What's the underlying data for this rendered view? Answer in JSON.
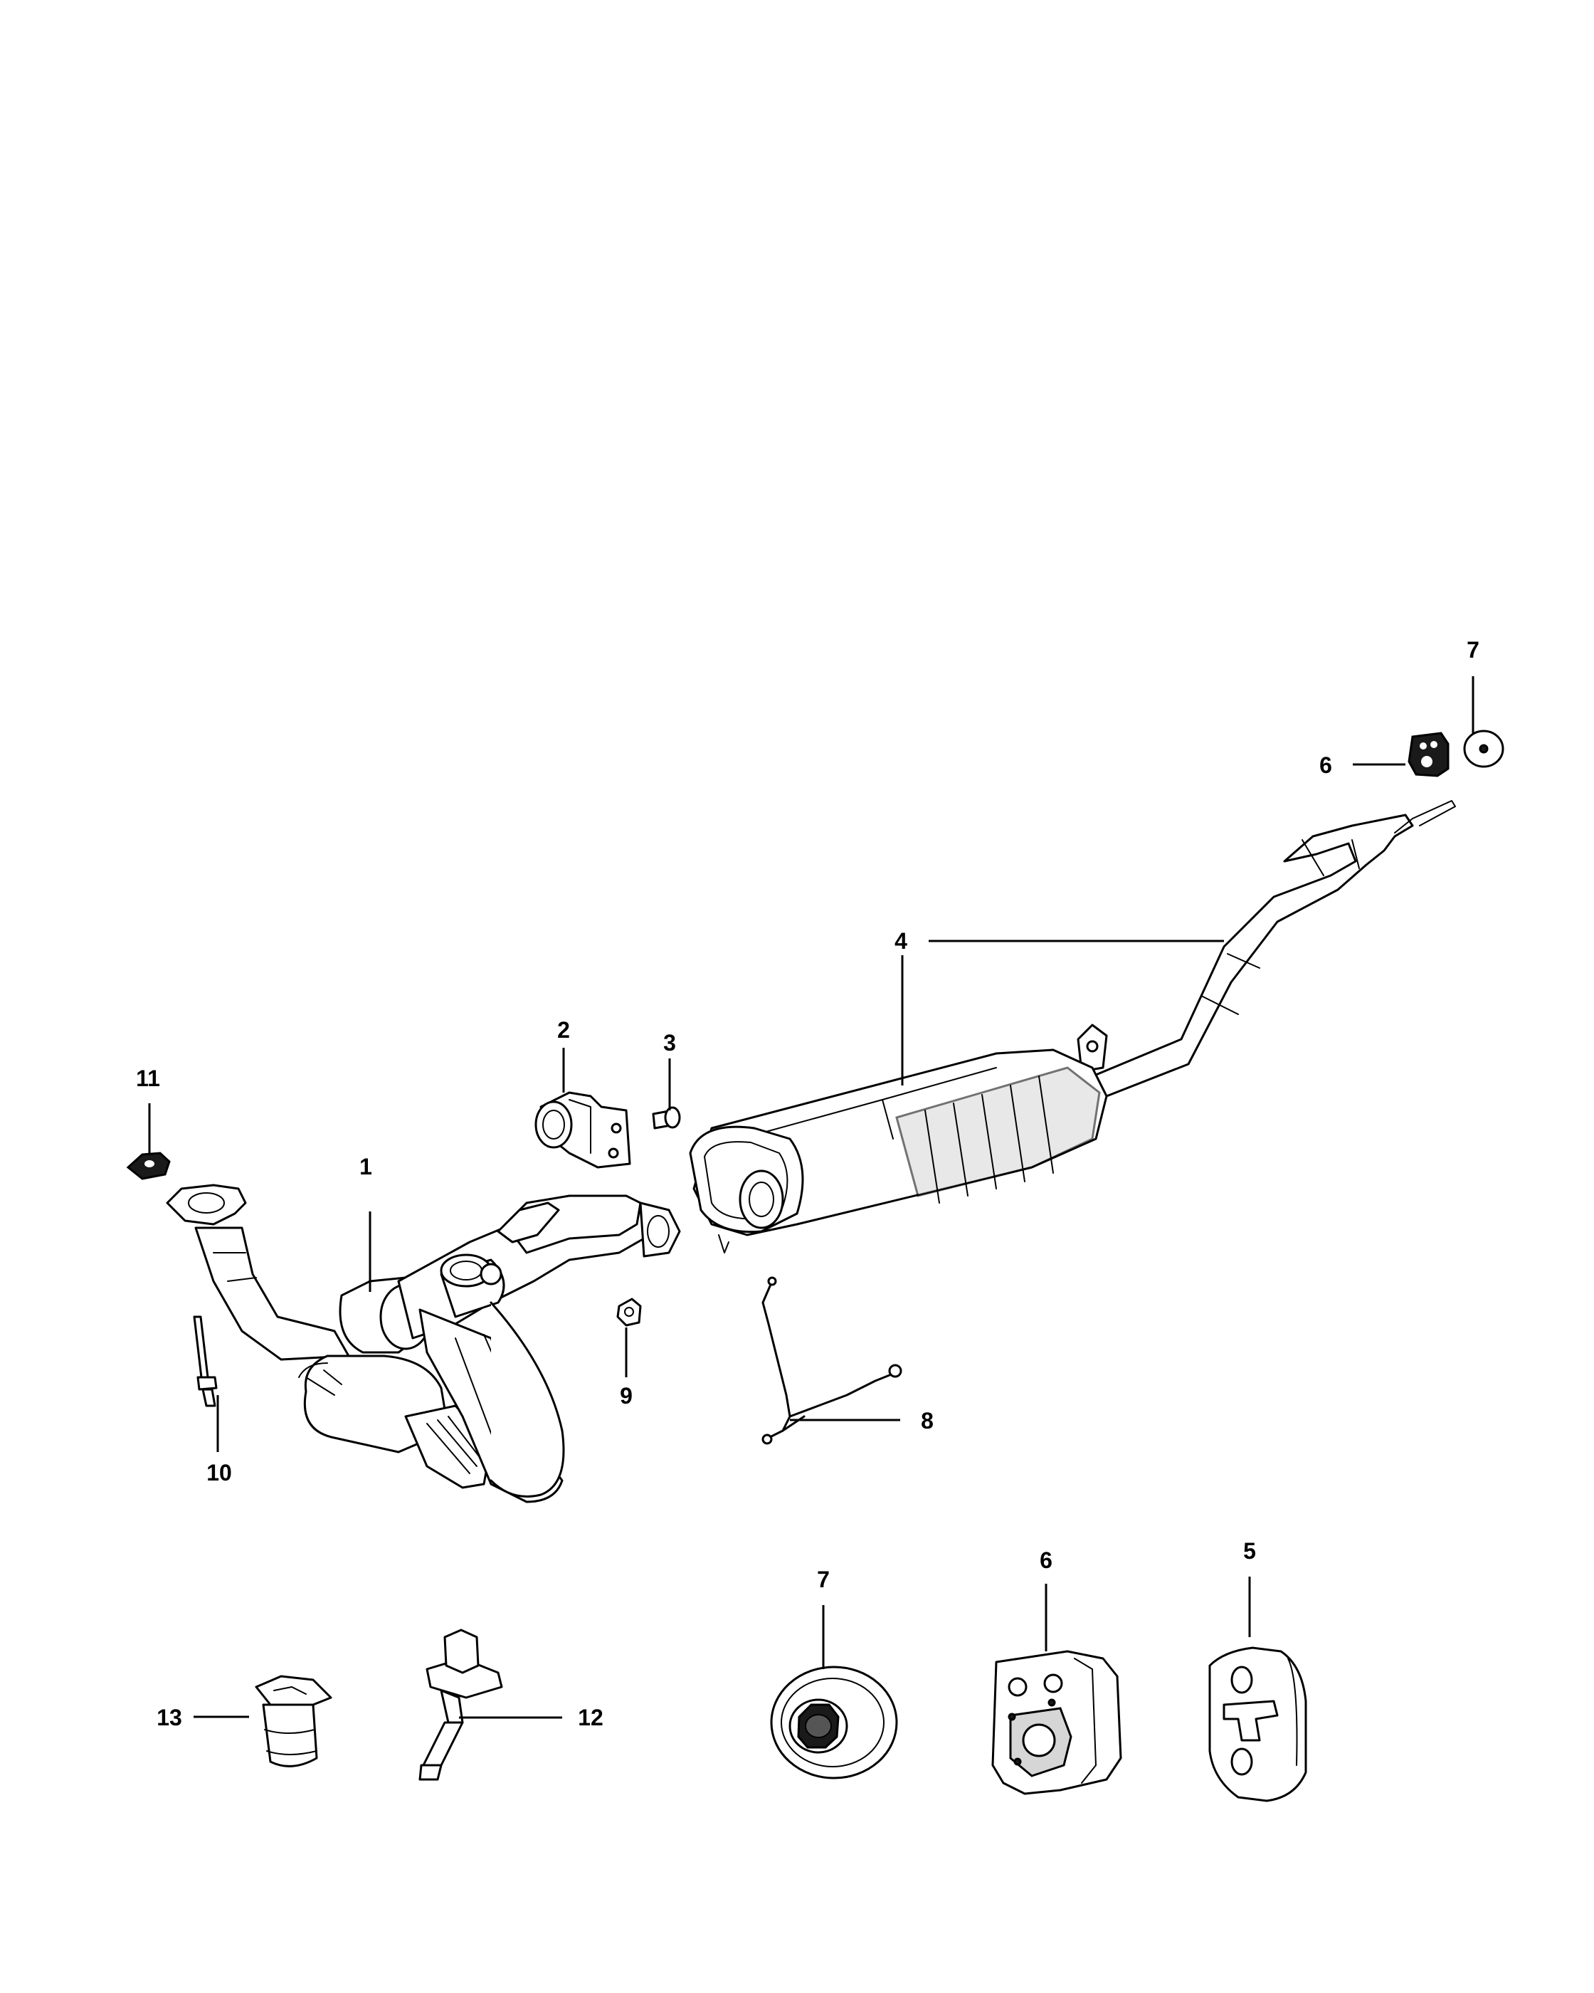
{
  "diagram": {
    "callouts": [
      "1",
      "2",
      "3",
      "4",
      "5",
      "6",
      "7",
      "8",
      "9",
      "10",
      "11",
      "12",
      "13"
    ],
    "detail_callouts": [
      "6",
      "7"
    ]
  }
}
